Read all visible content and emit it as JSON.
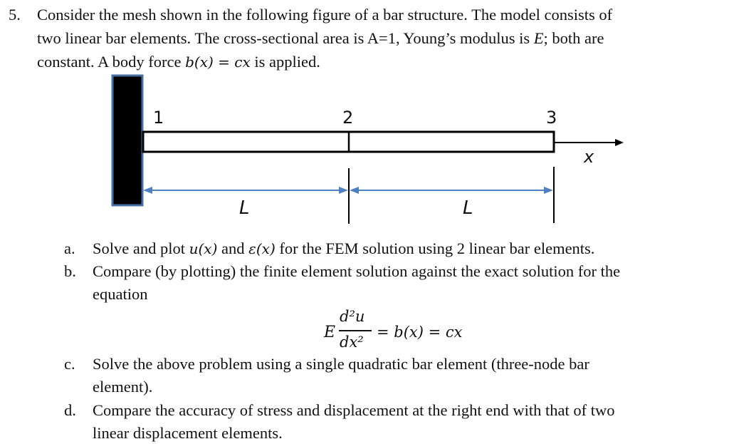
{
  "problem": {
    "number": "5.",
    "intro_lines": [
      "Consider the mesh shown in the following figure of a bar structure. The model consists of",
      "two linear bar elements. The cross-sectional area is A=1, Young’s modulus is",
      "constant. A body force"
    ],
    "intro_line2_E": "E",
    "intro_line2_tail": "; both are",
    "intro_line3_math": "b(x) = cx",
    "intro_line3_tail": "is applied."
  },
  "figure": {
    "node_labels": [
      "1",
      "2",
      "3"
    ],
    "axis_label": "x",
    "dimension_labels": [
      "L",
      "L"
    ],
    "colors": {
      "wall": "#000000",
      "wall_border": "#4a6fa5",
      "dimension_arrow": "#4f7fbf",
      "bar": "#000000"
    }
  },
  "parts": [
    {
      "label": "a.",
      "segments": [
        "Solve and plot ",
        "u(x)",
        " and ",
        "ε(x)",
        " for the FEM solution using 2 linear bar elements."
      ]
    },
    {
      "label": "b.",
      "lines": [
        "Compare (by plotting) the finite element solution against the exact solution for the",
        "equation"
      ]
    },
    {
      "label": "c.",
      "lines": [
        "Solve the above problem using a single quadratic bar element (three-node bar",
        "element)."
      ]
    },
    {
      "label": "d.",
      "lines": [
        "Compare the accuracy of stress and displacement at the right end with that of two",
        "linear displacement elements."
      ]
    }
  ],
  "equation": {
    "coef": "E",
    "numerator": "d²u",
    "denominator": "dx²",
    "rhs": "= b(x) = cx"
  }
}
